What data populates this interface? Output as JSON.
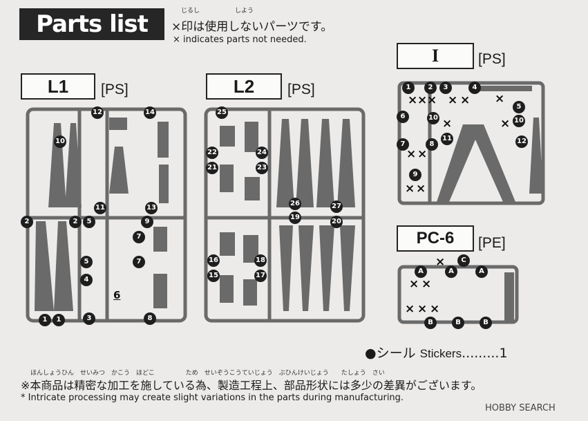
{
  "header": {
    "title": "Parts list",
    "note_jp": "×印は使用しないパーツです。",
    "note_en": "× indicates parts not needed.",
    "ruby_1": "じるし",
    "ruby_2": "しよう"
  },
  "runners": {
    "L1": {
      "label": "L1",
      "material": "[PS]"
    },
    "L2": {
      "label": "L2",
      "material": "[PS]"
    },
    "I": {
      "label": "I",
      "material": "[PS]"
    },
    "PC6": {
      "label": "PC-6",
      "material": "[PE]"
    }
  },
  "stickers": {
    "text": "●シール",
    "label": "Stickers",
    "dots": ".........",
    "count": "1"
  },
  "footer": {
    "ruby": "ほんしょうひん　せいみつ　かこう　ほどこ　　　　　ため　せいぞうこうていじょう　ぶひんけいじょう　　たしょう　さい",
    "note_jp": "※本商品は精密な加工を施している為、製造工程上、部品形状には多少の差異がございます。",
    "note_en": "* Intricate processing may create slight variations in the parts during manufacturing."
  },
  "watermark": {
    "text": "HOBBY SEARCH"
  },
  "colors": {
    "plastic": "#6a6a6a",
    "background": "#ecebe9",
    "box": "#262626"
  }
}
